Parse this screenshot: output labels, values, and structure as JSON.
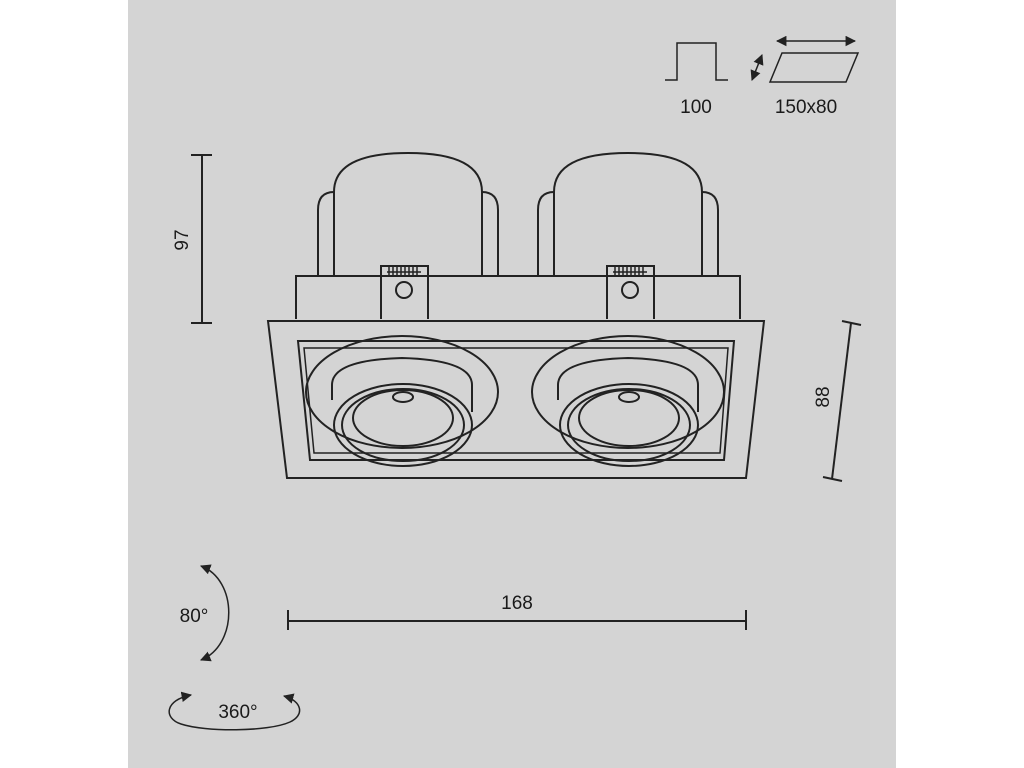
{
  "cutout": {
    "depth_label": "100",
    "size_label": "150x80"
  },
  "dimensions": {
    "height": "97",
    "width": "168",
    "depth": "88"
  },
  "rotation": {
    "tilt": "80°",
    "swivel": "360°"
  }
}
